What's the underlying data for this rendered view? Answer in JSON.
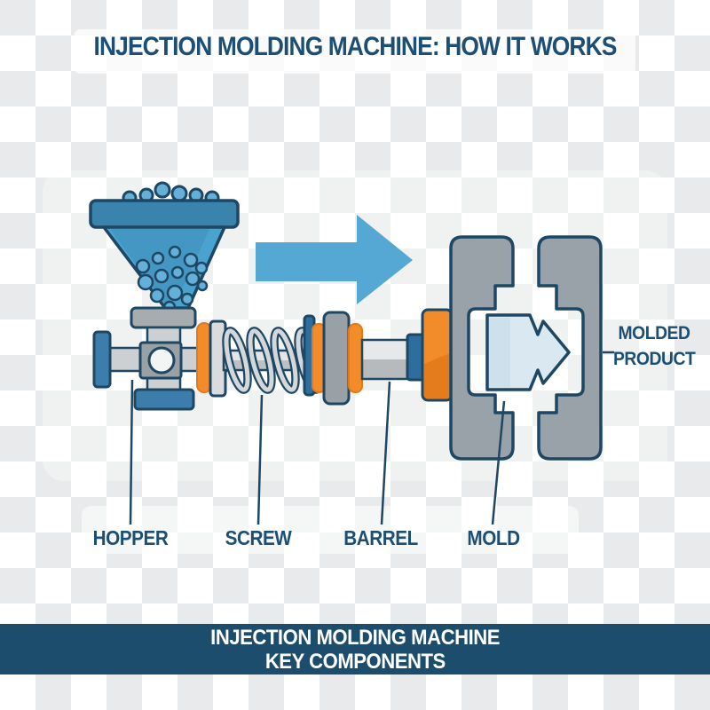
{
  "palette": {
    "navy": "#1e4764",
    "text-navy": "#1c4f73",
    "checker": "#e9eaeb",
    "blue-funnel": "#4aa2cf",
    "blue-funnel-dark": "#3f8cb8",
    "blue-rim": "#3a83ad",
    "blue-arrow": "#55a8d3",
    "blue-cap": "#3d7dab",
    "blue-steel": "#2e6e9e",
    "pellet": "#64b0d8",
    "orange": "#f28b2a",
    "orange-dark": "#e2791c",
    "gray-collar": "#a8acae",
    "gray-block": "#9aa1a6",
    "gray-light": "#ccd0d2",
    "gray-lighter": "#e3e5e6",
    "gray-shaft-dark": "#bdc1c4",
    "gray-plate": "#d9dbdc",
    "gray-mold": "#99a1a9",
    "gray-coil": "#d4d8da",
    "tube-top": "#e7e8e9",
    "tube-bottom": "#b6babd",
    "product-fill": "#d9e8f1",
    "product-shade": "#c3dae8",
    "banner-bg": "#1d4d6c",
    "circle-fill": "#f3f4f4"
  },
  "title": "INJECTION MOLDING MACHINE: HOW IT WORKS",
  "diagram": {
    "part_labels": [
      {
        "id": "hopper",
        "label": "HOPPER"
      },
      {
        "id": "screw",
        "label": "SCREW"
      },
      {
        "id": "barrel",
        "label": "BARREL"
      },
      {
        "id": "mold",
        "label": "MOLD"
      }
    ],
    "product_label": {
      "line1": "MOLDED",
      "line2": "PRODUCT"
    }
  },
  "footer": {
    "line1": "INJECTION MOLDING MACHINE",
    "line2": "KEY COMPONENTS"
  }
}
